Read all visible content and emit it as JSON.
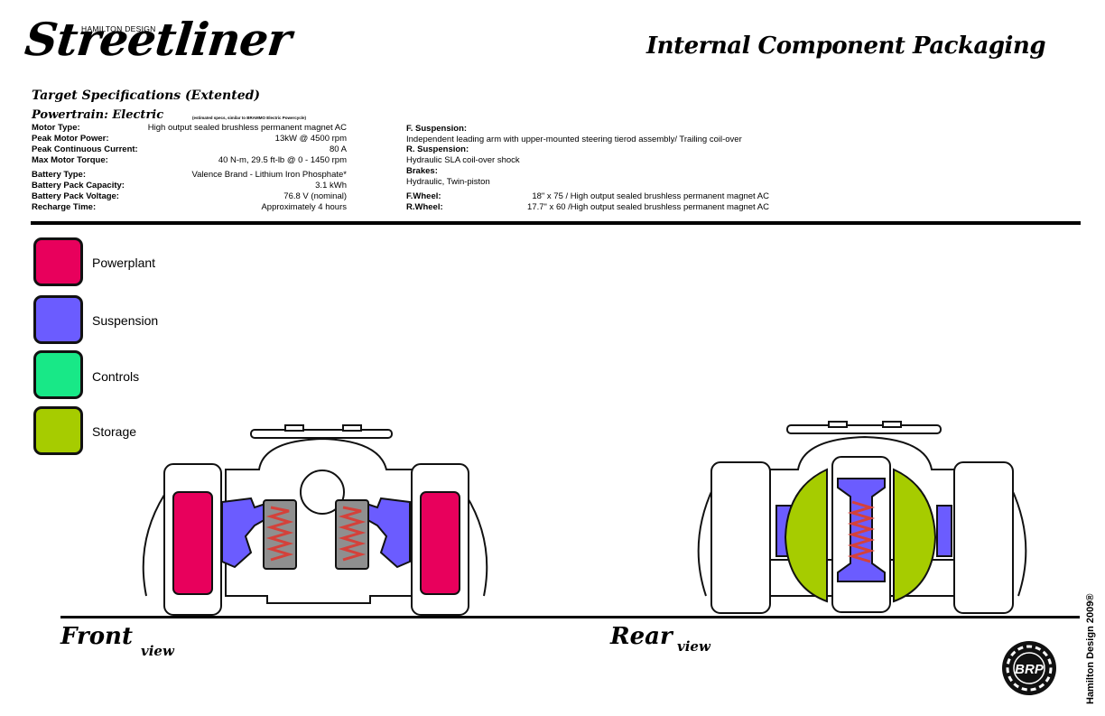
{
  "brand": {
    "small": "HAMILTON DESIGN",
    "name": "Streetliner"
  },
  "page_title": "Internal Component Packaging",
  "specs": {
    "heading": "Target Specifications (Extented)",
    "powertrain_heading": "Powertrain: Electric",
    "powertrain_note": "(estimated specs, similar to BRAMMO Electric Powercycle)",
    "left": [
      {
        "key": "Motor Type:",
        "value": "High output sealed brushless permanent magnet AC"
      },
      {
        "key": "Peak Motor Power:",
        "value": "13kW @ 4500 rpm"
      },
      {
        "key": "Peak Continuous Current:",
        "value": "80 A"
      },
      {
        "key": "Max Motor Torque:",
        "value": "40 N-m, 29.5 ft-lb @ 0 - 1450 rpm"
      },
      {
        "key": "Battery Type:",
        "value": "Valence Brand - Lithium Iron Phosphate*"
      },
      {
        "key": "Battery Pack Capacity:",
        "value": "3.1 kWh"
      },
      {
        "key": "Battery Pack Voltage:",
        "value": "76.8 V (nominal)"
      },
      {
        "key": "Recharge Time:",
        "value": "Approximately 4 hours"
      }
    ],
    "right": {
      "f_suspension_label": "F. Suspension:",
      "f_suspension_value": "Independent leading arm with upper-mounted steering tierod  assembly/ Trailing coil-over",
      "r_suspension_label": "R. Suspension:",
      "r_suspension_value": "Hydraulic SLA coil-over shock",
      "brakes_label": "Brakes:",
      "brakes_value": "Hydraulic, Twin-piston",
      "wheels": [
        {
          "key": "F.Wheel:",
          "value": "18\" x 75 / High output sealed brushless permanent magnet AC"
        },
        {
          "key": "R.Wheel:",
          "value": "17.7\" x 60 /High output sealed brushless permanent magnet AC"
        }
      ]
    }
  },
  "legend": [
    {
      "label": "Powerplant",
      "color": "#e8005c"
    },
    {
      "label": "Suspension",
      "color": "#6b5cff"
    },
    {
      "label": "Controls",
      "color": "#18e887"
    },
    {
      "label": "Storage",
      "color": "#a6cc00"
    }
  ],
  "colors": {
    "spring": "#d4413a",
    "shock_gray": "#8f8f8f",
    "outline": "#111111"
  },
  "views": {
    "front": {
      "label": "Front",
      "sub": "view"
    },
    "rear": {
      "label": "Rear",
      "sub": "view"
    }
  },
  "logo": {
    "text": "BRP"
  },
  "copyright": "Hamilton Design 2009®"
}
